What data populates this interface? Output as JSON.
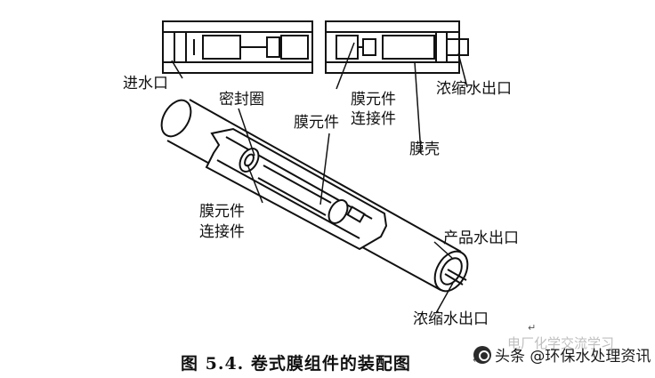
{
  "labels": {
    "inlet": "进水口",
    "seal_ring": "密封圈",
    "element_top": "膜元件",
    "connector_top_1": "膜元件",
    "connector_top_2": "连接件",
    "concentrate_outlet_top": "浓缩水出口",
    "housing": "膜壳",
    "connector_left_1": "膜元件",
    "connector_left_2": "连接件",
    "product_outlet": "产品水出口",
    "concentrate_outlet_bottom": "浓缩水出口"
  },
  "caption": "图 5.4.  卷式膜组件的装配图",
  "return_marks": [
    "↵",
    "↵"
  ],
  "watermark": {
    "faint_text": "电厂化学交流学习",
    "main_text": "头条 @环保水处理资讯"
  }
}
